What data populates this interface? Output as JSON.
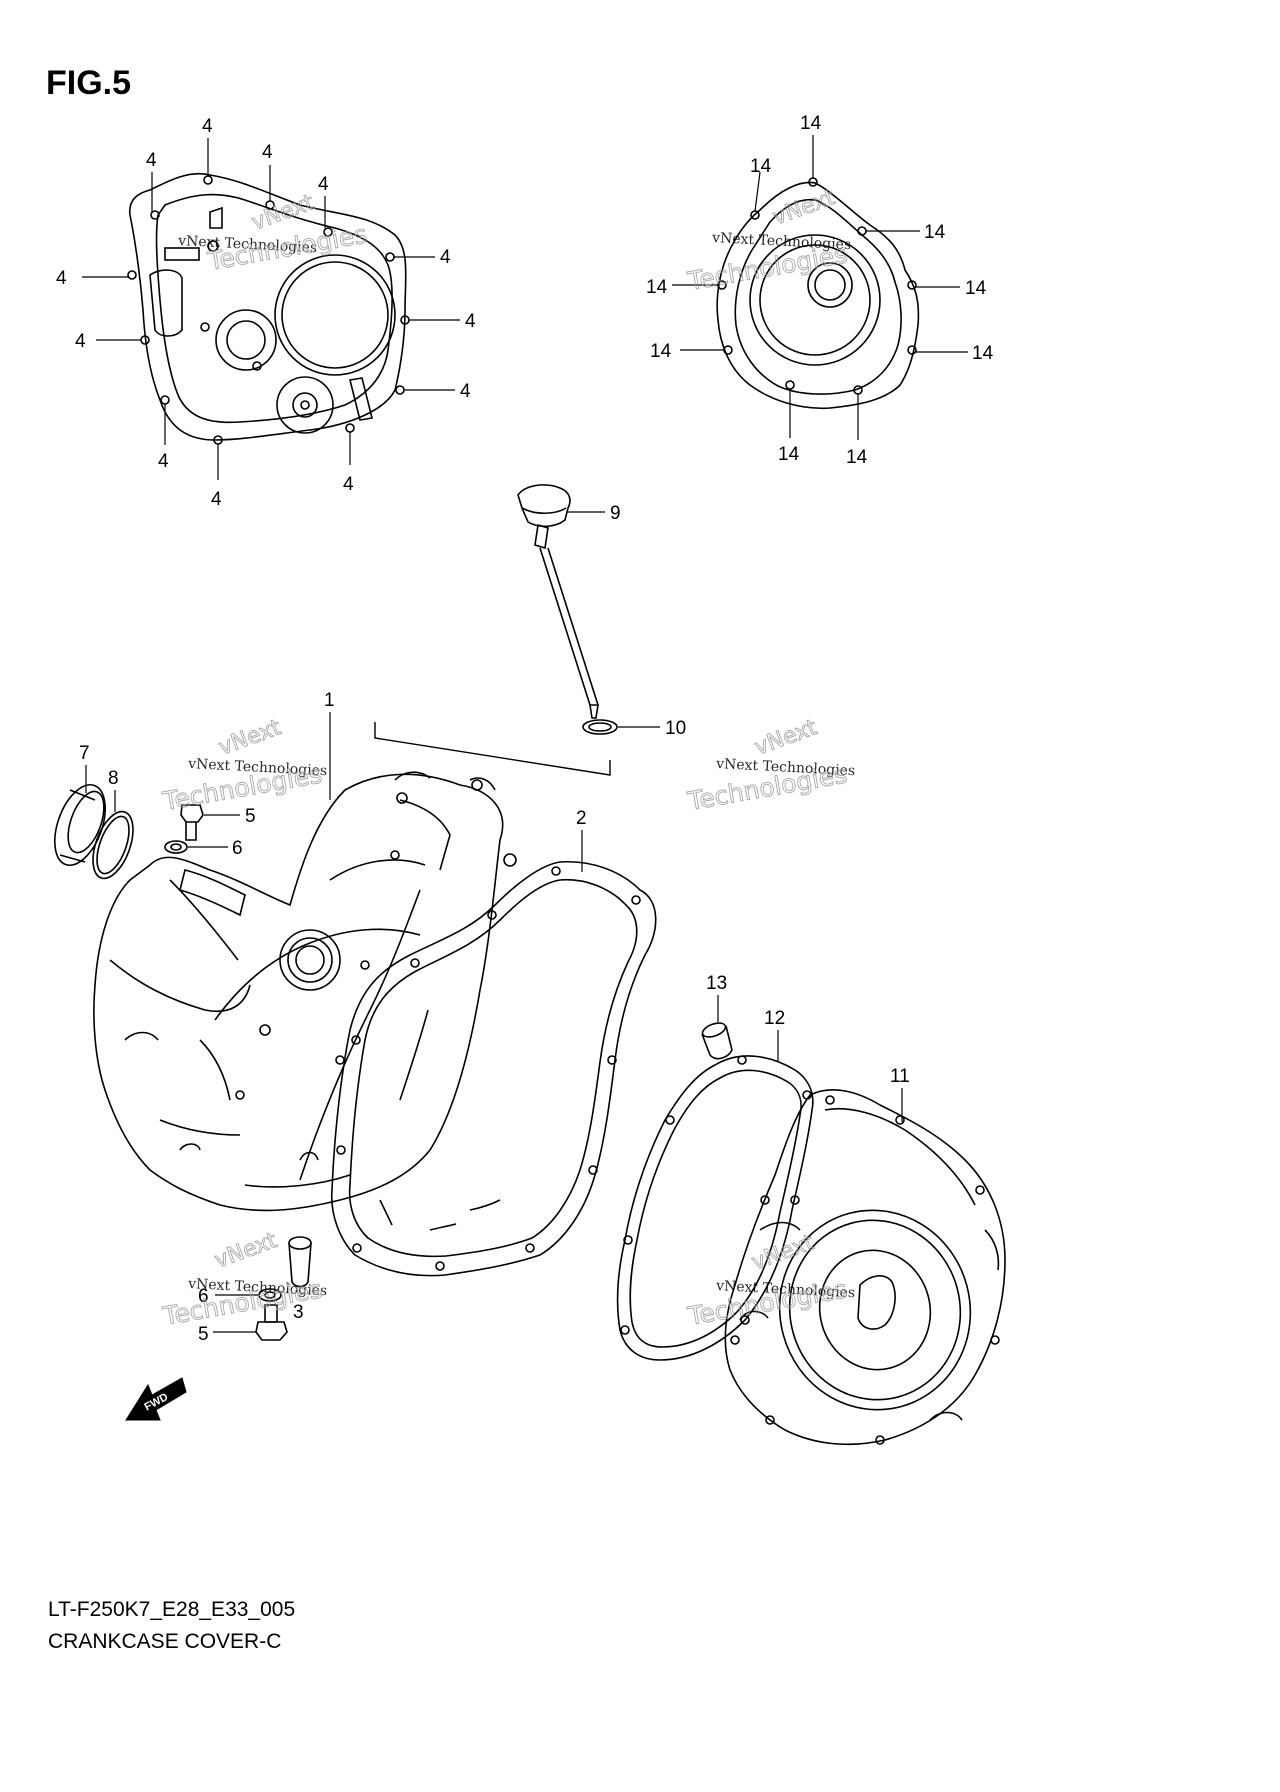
{
  "figure": {
    "title": "FIG.5",
    "model_code": "LT-F250K7_E28_E33_005",
    "name": "CRANKCASE COVER-C"
  },
  "watermark": {
    "line1": "vNext Technologies",
    "line2": "Technologies",
    "line3": "vNext"
  },
  "fwd_label": "FWD",
  "callouts": [
    {
      "id": "c-1",
      "label": "1"
    },
    {
      "id": "c-2",
      "label": "2"
    },
    {
      "id": "c-4a",
      "label": "4"
    },
    {
      "id": "c-4b",
      "label": "4"
    },
    {
      "id": "c-4c",
      "label": "4"
    },
    {
      "id": "c-4d",
      "label": "4"
    },
    {
      "id": "c-4e",
      "label": "4"
    },
    {
      "id": "c-4f",
      "label": "4"
    },
    {
      "id": "c-4g",
      "label": "4"
    },
    {
      "id": "c-4h",
      "label": "4"
    },
    {
      "id": "c-4i",
      "label": "4"
    },
    {
      "id": "c-4j",
      "label": "4"
    },
    {
      "id": "c-4k",
      "label": "4"
    },
    {
      "id": "c-4l",
      "label": "4"
    },
    {
      "id": "c-5a",
      "label": "5"
    },
    {
      "id": "c-5b",
      "label": "5"
    },
    {
      "id": "c-6a",
      "label": "6"
    },
    {
      "id": "c-6b",
      "label": "6"
    },
    {
      "id": "c-3",
      "label": "3"
    },
    {
      "id": "c-7",
      "label": "7"
    },
    {
      "id": "c-8",
      "label": "8"
    },
    {
      "id": "c-9",
      "label": "9"
    },
    {
      "id": "c-10",
      "label": "10"
    },
    {
      "id": "c-11",
      "label": "11"
    },
    {
      "id": "c-12",
      "label": "12"
    },
    {
      "id": "c-13",
      "label": "13"
    },
    {
      "id": "c-14a",
      "label": "14"
    },
    {
      "id": "c-14b",
      "label": "14"
    },
    {
      "id": "c-14c",
      "label": "14"
    },
    {
      "id": "c-14d",
      "label": "14"
    },
    {
      "id": "c-14e",
      "label": "14"
    },
    {
      "id": "c-14f",
      "label": "14"
    },
    {
      "id": "c-14g",
      "label": "14"
    },
    {
      "id": "c-14h",
      "label": "14"
    }
  ]
}
